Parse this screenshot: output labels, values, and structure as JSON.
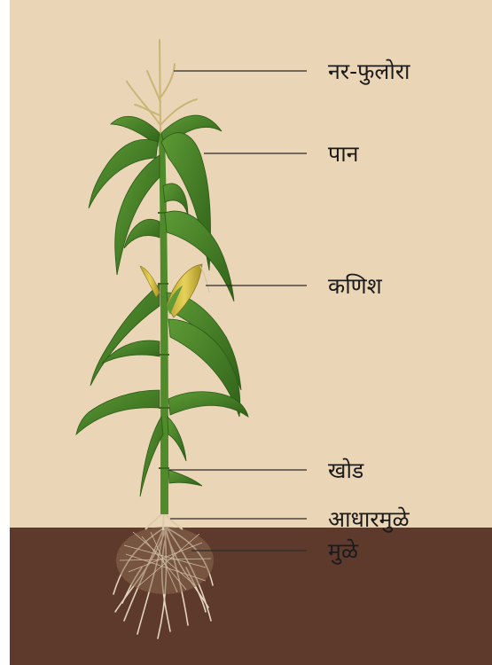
{
  "colors": {
    "sky": "#ead6b6",
    "soil": "#5e3a2c",
    "leaf": "#3f7a24",
    "stalk": "#4f8a2b",
    "tassel": "#c9b676",
    "ear": "#d8c043",
    "roots": "#e3d4bd",
    "leader": "#2b2b2b"
  },
  "labels": {
    "tassel": "नर-फुलोरा",
    "leaf": "पान",
    "ear": "कणिश",
    "node": "खोड",
    "prop_roots": "आधारमुळे",
    "roots": "मुळे"
  }
}
